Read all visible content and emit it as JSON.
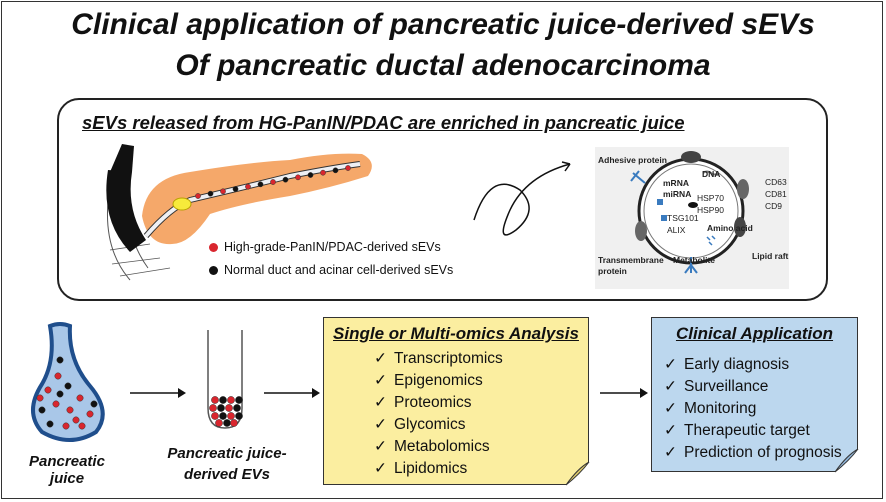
{
  "title": {
    "line1": "Clinical application of pancreatic juice-derived sEVs",
    "line2": "Of pancreatic ductal adenocarcinoma"
  },
  "panel": {
    "heading": "sEVs released from HG-PanIN/PDAC are enriched in pancreatic juice",
    "legend": [
      {
        "label": "High-grade-PanIN/PDAC-derived sEVs",
        "color": "#d9262e"
      },
      {
        "label": "Normal duct and acinar cell-derived sEVs",
        "color": "#111111"
      }
    ]
  },
  "ev_diagram": {
    "labels": {
      "adhesive_protein": "Adhesive protein",
      "dna": "DNA",
      "mrna": "mRNA",
      "mirna": "miRNA",
      "hsp70": "HSP70",
      "hsp90": "HSP90",
      "tsg101": "TSG101",
      "alix": "ALIX",
      "amino_acid": "Amino acid",
      "cd63": "CD63",
      "cd81": "CD81",
      "cd9": "CD9",
      "lipid_raft": "Lipid raft",
      "transmembrane": "Transmembrane",
      "protein": "protein",
      "metabolite": "Metabolite"
    }
  },
  "workflow": {
    "juice_caption": "Pancreatic juice",
    "evs_caption_line1": "Pancreatic juice-",
    "evs_caption_line2": "derived EVs"
  },
  "omics": {
    "title": "Single or Multi-omics Analysis",
    "items": [
      "Transcriptomics",
      "Epigenomics",
      "Proteomics",
      "Glycomics",
      "Metabolomics",
      "Lipidomics"
    ]
  },
  "clinical": {
    "title": "Clinical Application",
    "items": [
      "Early diagnosis",
      "Surveillance",
      "Monitoring",
      "Therapeutic target",
      "Prediction of prognosis"
    ]
  },
  "colors": {
    "cancer_ev": "#d9262e",
    "normal_ev": "#111111",
    "pancreas": "#f5a86a",
    "juice_fill": "#a9c7e8",
    "omics_note": "#fbeea0",
    "clinical_note": "#bcd7ee"
  },
  "icons": [
    "check-icon",
    "arrow-icon",
    "pancreas-illustration",
    "extracellular-vesicle-illustration",
    "test-tube-illustration",
    "juice-drop-illustration"
  ]
}
